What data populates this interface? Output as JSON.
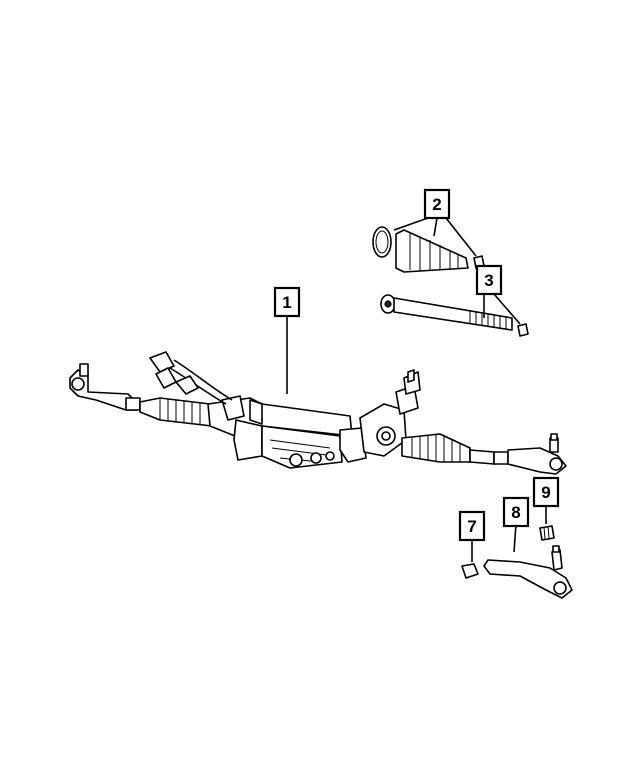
{
  "callouts": [
    {
      "id": "c1",
      "label": "1"
    },
    {
      "id": "c2",
      "label": "2"
    },
    {
      "id": "c3",
      "label": "3"
    },
    {
      "id": "c7",
      "label": "7"
    },
    {
      "id": "c8",
      "label": "8"
    },
    {
      "id": "c9",
      "label": "9"
    }
  ]
}
